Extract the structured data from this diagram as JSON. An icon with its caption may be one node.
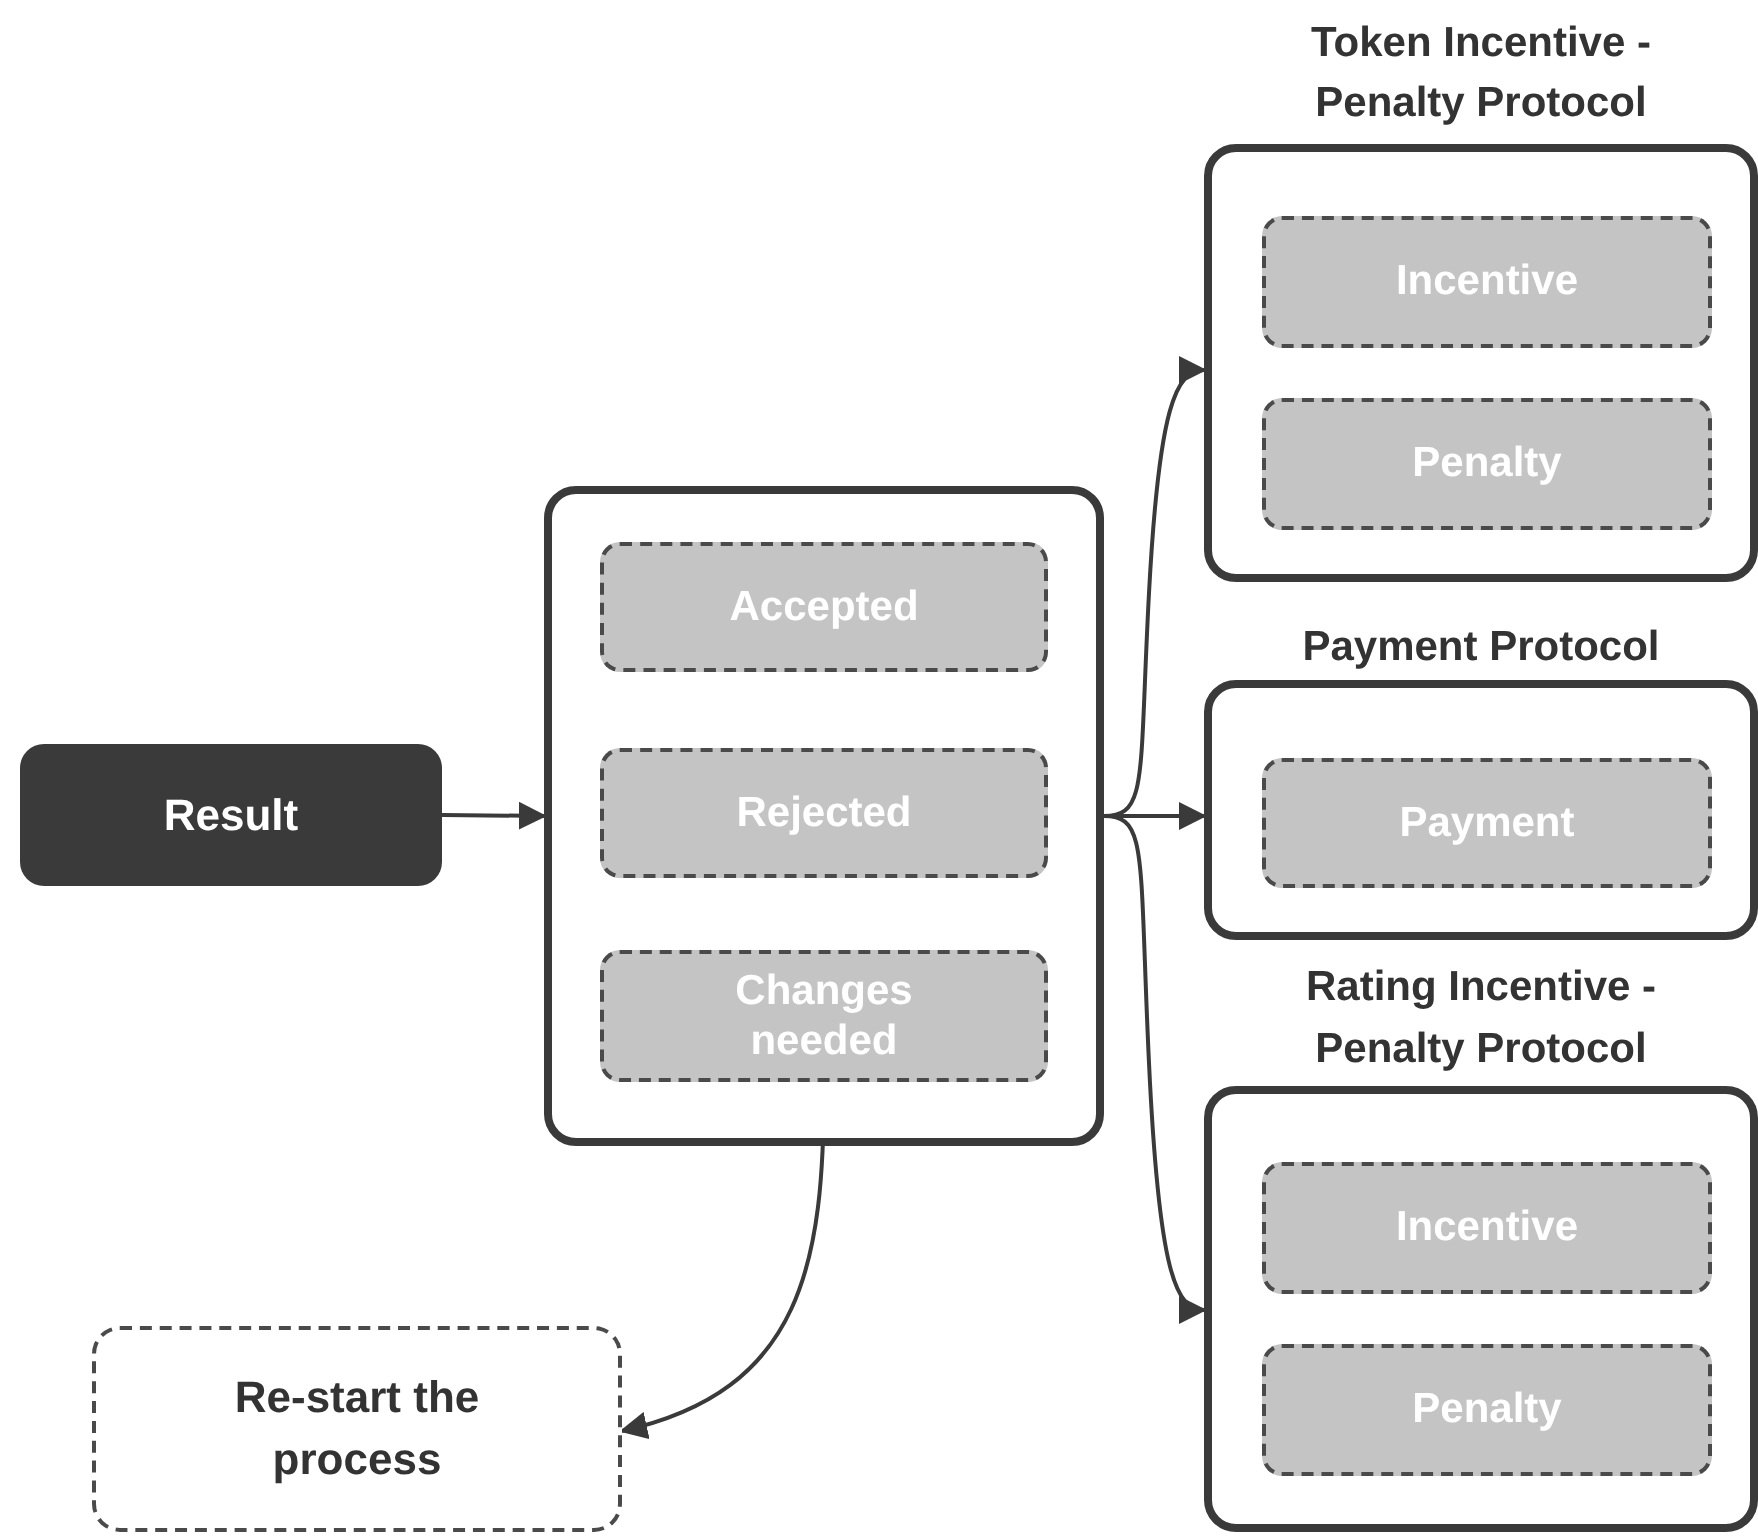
{
  "diagram": {
    "nodes": [
      {
        "text": [
          "Result"
        ]
      },
      {
        "text": [],
        "shape": "box"
      },
      {
        "text": [
          "Accepted"
        ],
        "in": 1
      },
      {
        "text": [
          "Rejected"
        ],
        "in": 1
      },
      {
        "text": [
          "Changes needed"
        ],
        "in": 1
      },
      {
        "text": [
          "Token Incentive - Penalty Protocol"
        ]
      },
      {
        "text": [
          "Incentive"
        ],
        "in": 5
      },
      {
        "text": [
          "Penalty"
        ],
        "in": 5
      },
      {
        "text": [
          "Payment Protocol"
        ]
      },
      {
        "text": [
          "Payment"
        ],
        "in": 8
      },
      {
        "text": [
          "Rating Incentive - Penalty Protocol"
        ]
      },
      {
        "text": [
          "Incentive"
        ],
        "in": 10
      },
      {
        "text": [
          "Penalty"
        ],
        "in": 10
      },
      {
        "text": [
          "Re-start the process"
        ]
      }
    ],
    "edges": [
      {
        "from": 0,
        "to": 1,
        "arrow": "to"
      },
      {
        "from": 1,
        "to": 5,
        "arrow": "to"
      },
      {
        "from": 1,
        "to": 8,
        "arrow": "to"
      },
      {
        "from": 1,
        "to": 10,
        "arrow": "to"
      },
      {
        "from": 4,
        "to": 13,
        "arrow": "to"
      }
    ]
  }
}
